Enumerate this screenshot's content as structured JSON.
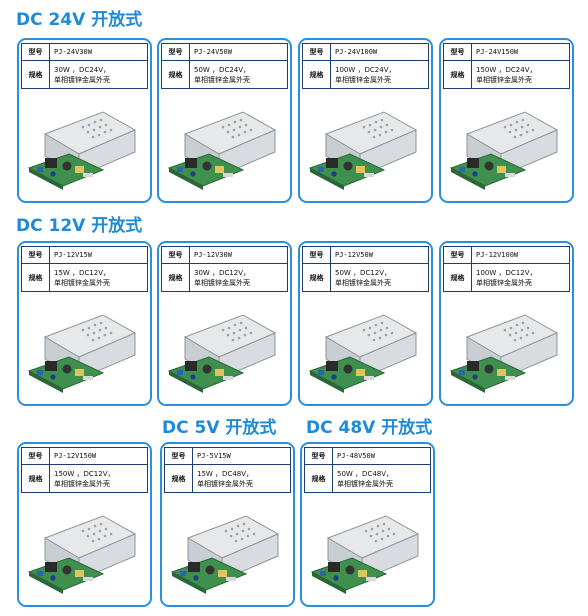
{
  "labels": {
    "model": "型号",
    "spec": "规格"
  },
  "headings": {
    "dc24": "DC 24V 开放式",
    "dc12": "DC 12V 开放式",
    "dc5": "DC 5V 开放式",
    "dc48": "DC 48V 开放式"
  },
  "products": [
    {
      "model": "PJ-24V30W",
      "spec1": "30W ，DC24V，",
      "spec2": "单相镀锌金属外壳"
    },
    {
      "model": "PJ-24V50W",
      "spec1": "50W ，DC24V，",
      "spec2": "单相镀锌金属外壳"
    },
    {
      "model": "PJ-24V100W",
      "spec1": "100W ，DC24V，",
      "spec2": "单相镀锌金属外壳"
    },
    {
      "model": "PJ-24V150W",
      "spec1": "150W ，DC24V，",
      "spec2": "单相镀锌金属外壳"
    },
    {
      "model": "PJ-12V15W",
      "spec1": "15W ，DC12V，",
      "spec2": "单相镀锌金属外壳"
    },
    {
      "model": "PJ-12V30W",
      "spec1": "30W ，DC12V，",
      "spec2": "单相镀锌金属外壳"
    },
    {
      "model": "PJ-12V50W",
      "spec1": "50W ，DC12V，",
      "spec2": "单相镀锌金属外壳"
    },
    {
      "model": "PJ-12V100W",
      "spec1": "100W ，DC12V，",
      "spec2": "单相镀锌金属外壳"
    },
    {
      "model": "PJ-12V150W",
      "spec1": "150W ，DC12V，",
      "spec2": "单相镀锌金属外壳"
    },
    {
      "model": "PJ-5V15W",
      "spec1": "15W ，DC48V，",
      "spec2": "单相镀锌金属外壳"
    },
    {
      "model": "PJ-48V50W",
      "spec1": "50W ，DC48V，",
      "spec2": "单相镀锌金属外壳"
    }
  ]
}
